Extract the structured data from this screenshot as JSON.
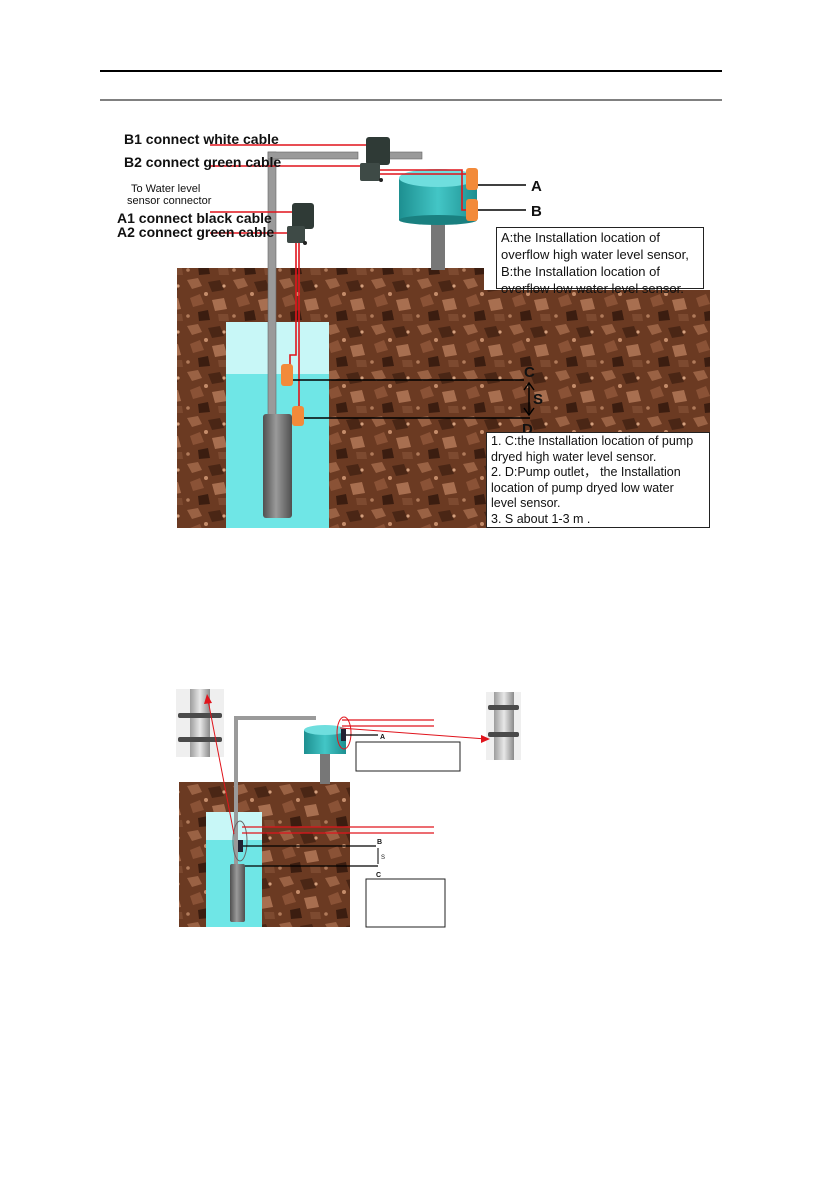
{
  "diagram1": {
    "cables": {
      "b1": "B1 connect white cable",
      "b2": "B2 connect green cable",
      "a1": "A1 connect black cable",
      "a2": "A2 connect green cable"
    },
    "connector_note": [
      "To Water level",
      "sensor connector"
    ],
    "markers": {
      "a": "A",
      "b": "B",
      "c": "C",
      "d": "D",
      "s": "S"
    },
    "overflow_box": [
      "A:the Installation location of",
      "overflow high water level sensor,",
      "B:the Installation location of",
      "overflow low water level sensor."
    ],
    "pump_box": [
      "1. C:the Installation location of pump",
      "dryed high water level sensor.",
      "2. D:Pump outlet， the Installation",
      "location of pump dryed low water",
      "level sensor.",
      "3. S about 1-3 m ."
    ]
  },
  "diagram2": {
    "markers": {
      "a": "A",
      "b": "B",
      "c": "C",
      "s": "S"
    }
  },
  "colors": {
    "soil": "#6b3a22",
    "water": "#6fe6e6",
    "water_light": "#c8f7f7",
    "tank": "#2bb0b0",
    "cable_red": "#e0141c",
    "sensor_orange": "#f28a3a",
    "pipe": "#8f8f8f"
  }
}
